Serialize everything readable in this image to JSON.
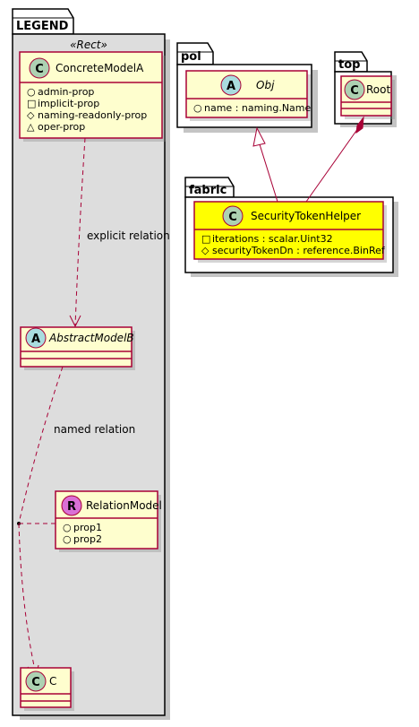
{
  "packages": {
    "legend": "LEGEND",
    "pol": "pol",
    "top": "top",
    "fabric": "fabric"
  },
  "legend": {
    "stereotype": "«Rect»",
    "concrete_model": {
      "circle": "C",
      "name": "ConcreteModelA",
      "attributes": [
        {
          "marker": "○",
          "text": "admin-prop"
        },
        {
          "marker": "□",
          "text": "implicit-prop"
        },
        {
          "marker": "◇",
          "text": "naming-readonly-prop"
        },
        {
          "marker": "△",
          "text": "oper-prop"
        }
      ]
    },
    "explicit_relation": "explicit relation",
    "abstract_model": {
      "circle": "A",
      "name": "AbstractModelB"
    },
    "named_relation": "named relation",
    "relation_model": {
      "circle": "R",
      "name": "RelationModel",
      "attributes": [
        {
          "marker": "○",
          "text": "prop1"
        },
        {
          "marker": "○",
          "text": "prop2"
        }
      ]
    },
    "class_c": {
      "circle": "C",
      "name": "C"
    }
  },
  "pol": {
    "obj": {
      "circle": "A",
      "name": "Obj",
      "attributes": [
        {
          "marker": "○",
          "text": "name : naming.Name"
        }
      ]
    }
  },
  "top": {
    "root": {
      "circle": "C",
      "name": "Root"
    }
  },
  "fabric": {
    "security_token_helper": {
      "circle": "C",
      "name": "SecurityTokenHelper",
      "attributes": [
        {
          "marker": "□",
          "text": "iterations : scalar.Uint32"
        },
        {
          "marker": "◇",
          "text": "securityTokenDn : reference.BinRef"
        }
      ]
    }
  },
  "colors": {
    "class_fill": "#FEFECE",
    "class_border": "#A80036",
    "highlight_fill": "#FFFF00",
    "legend_fill": "#DDDDDD",
    "circle_class": "#ADD1B2",
    "circle_abstract": "#A9DCDF",
    "circle_relation": "#DA70D6"
  }
}
